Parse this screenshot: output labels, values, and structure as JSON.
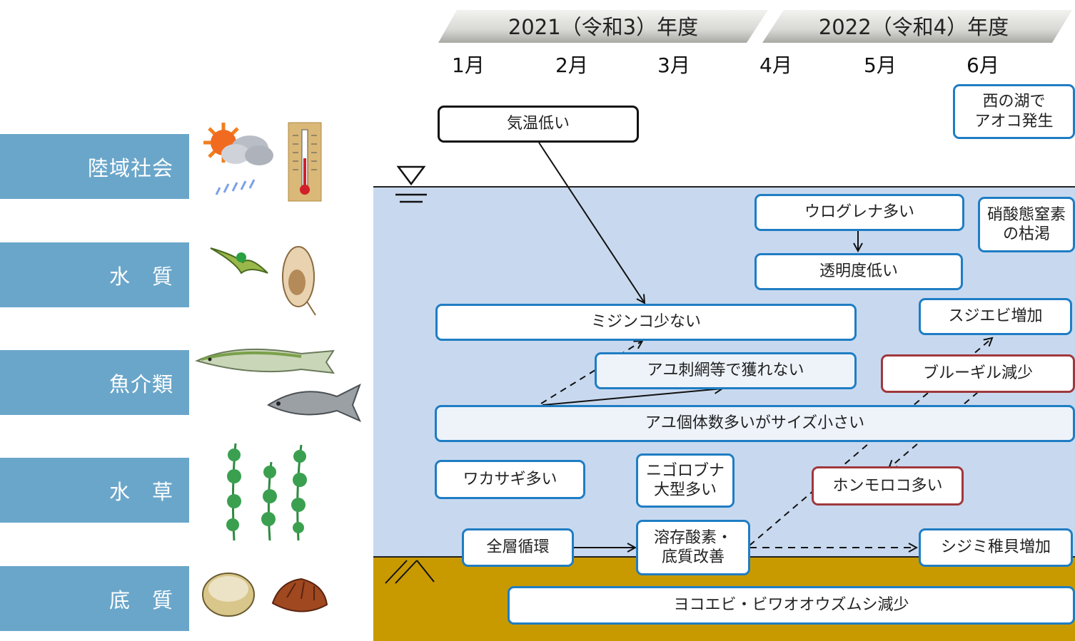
{
  "categories": [
    "陸域社会",
    "水　質",
    "魚介類",
    "水　草",
    "底　質"
  ],
  "years": [
    "2021（令和3）年度",
    "2022（令和4）年度"
  ],
  "months": [
    "1月",
    "2月",
    "3月",
    "4月",
    "5月",
    "6月"
  ],
  "events": {
    "temp_low": "気温低い",
    "aoko": "西の湖で\nアオコ発生",
    "uroglena": "ウログレナ多い",
    "nitrate": "硝酸態窒素\nの枯渇",
    "transparency": "透明度低い",
    "daphnia": "ミジンコ少ない",
    "shrimp": "スジエビ増加",
    "ayu_net": "アユ刺網等で獲れない",
    "bluegill": "ブルーギル減少",
    "ayu_many": "アユ個体数多いがサイズ小さい",
    "wakasagi": "ワカサギ多い",
    "nigorobuna": "ニゴロブナ\n大型多い",
    "honmoroko": "ホンモロコ多い",
    "mixing": "全層循環",
    "oxygen": "溶存酸素・\n底質改善",
    "shijimi": "シジミ稚貝増加",
    "yokoebi": "ヨコエビ・ビワオオウズムシ減少"
  },
  "colors": {
    "category": "#6aa6ca",
    "lake": "#c8d9ef",
    "sediment": "#c89a00",
    "box_border": "#1f7dc3",
    "red_border": "#a0383d"
  }
}
